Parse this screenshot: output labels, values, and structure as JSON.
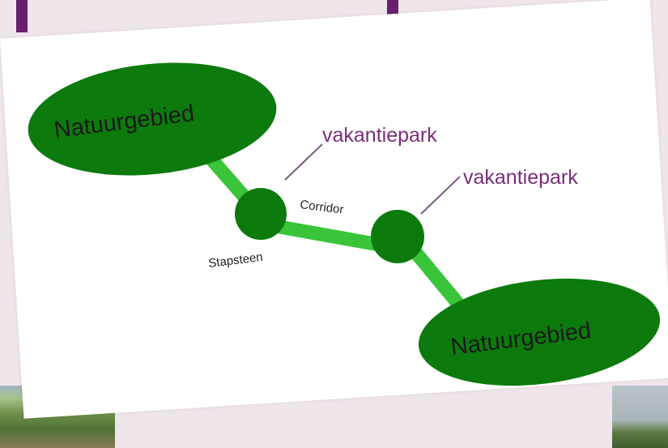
{
  "diagram": {
    "nature_area_top": "Natuurgebied",
    "nature_area_bottom": "Natuurgebied",
    "callout_1": "vakantiepark",
    "callout_2": "vakantiepark",
    "corridor": "Corridor",
    "stepping_stone": "Stapsteen"
  },
  "colors": {
    "blob": "#0c7a0c",
    "corridor": "#39c439",
    "callout": "#7a2e7a",
    "accent_bar": "#6a1f6e"
  }
}
